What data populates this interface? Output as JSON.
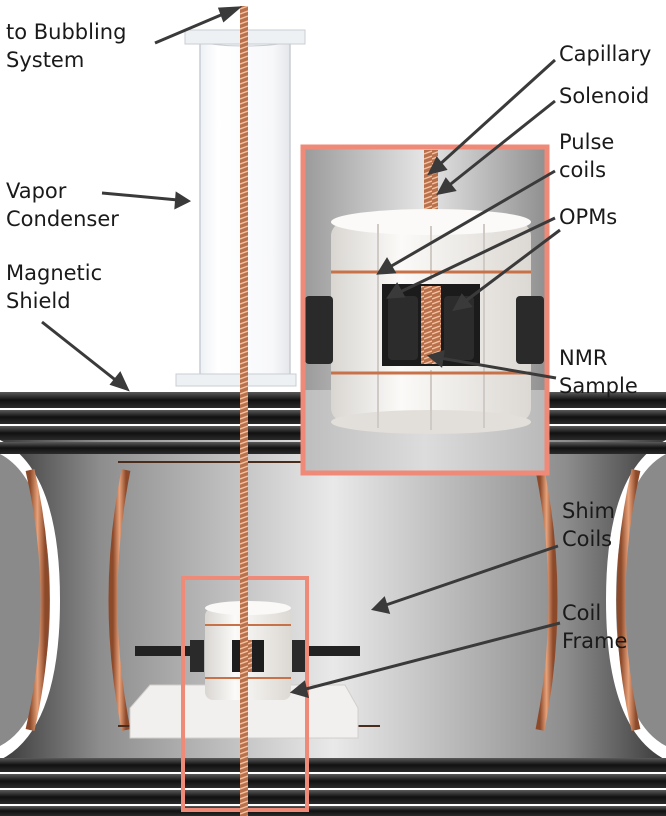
{
  "labels": {
    "bubbling": [
      "to Bubbling",
      "System"
    ],
    "condenser": [
      "Vapor",
      "Condenser"
    ],
    "shield": [
      "Magnetic",
      "Shield"
    ],
    "capillary": [
      "Capillary"
    ],
    "solenoid": [
      "Solenoid"
    ],
    "pulse": [
      "Pulse",
      "coils"
    ],
    "opms": [
      "OPMs"
    ],
    "nmr": [
      "NMR",
      "Sample"
    ],
    "shim": [
      "Shim",
      "Coils"
    ],
    "frame": [
      "Coil",
      "Frame"
    ]
  },
  "colors": {
    "highlight_box": "#ef8a78",
    "copper": "#c8724a",
    "shield_dark": "#1e1e1e",
    "ceramic": "#f3f1ee",
    "opm_black": "#2a2a2a",
    "arrow": "#3a3a3a"
  }
}
